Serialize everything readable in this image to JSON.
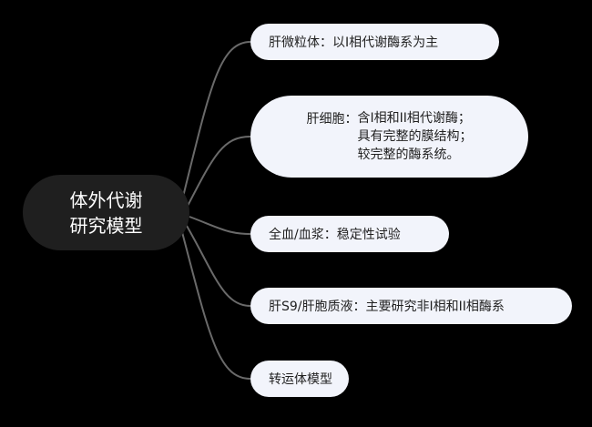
{
  "root": {
    "line1": "体外代谢",
    "line2": "研究模型"
  },
  "nodes": [
    {
      "text": "肝微粒体：以I相代谢酶系为主"
    },
    {
      "label": "肝细胞：",
      "lines": [
        "含I相和II相代谢酶；",
        "具有完整的膜结构；",
        "较完整的酶系统。"
      ]
    },
    {
      "text": "全血/血浆：稳定性试验"
    },
    {
      "text": "肝S9/肝胞质液：主要研究非I相和II相酶系"
    },
    {
      "text": "转运体模型"
    }
  ],
  "colors": {
    "background": "#000000",
    "root": "#1f1f1f",
    "node": "#f2f4fb",
    "link": "#6a6a6a"
  }
}
